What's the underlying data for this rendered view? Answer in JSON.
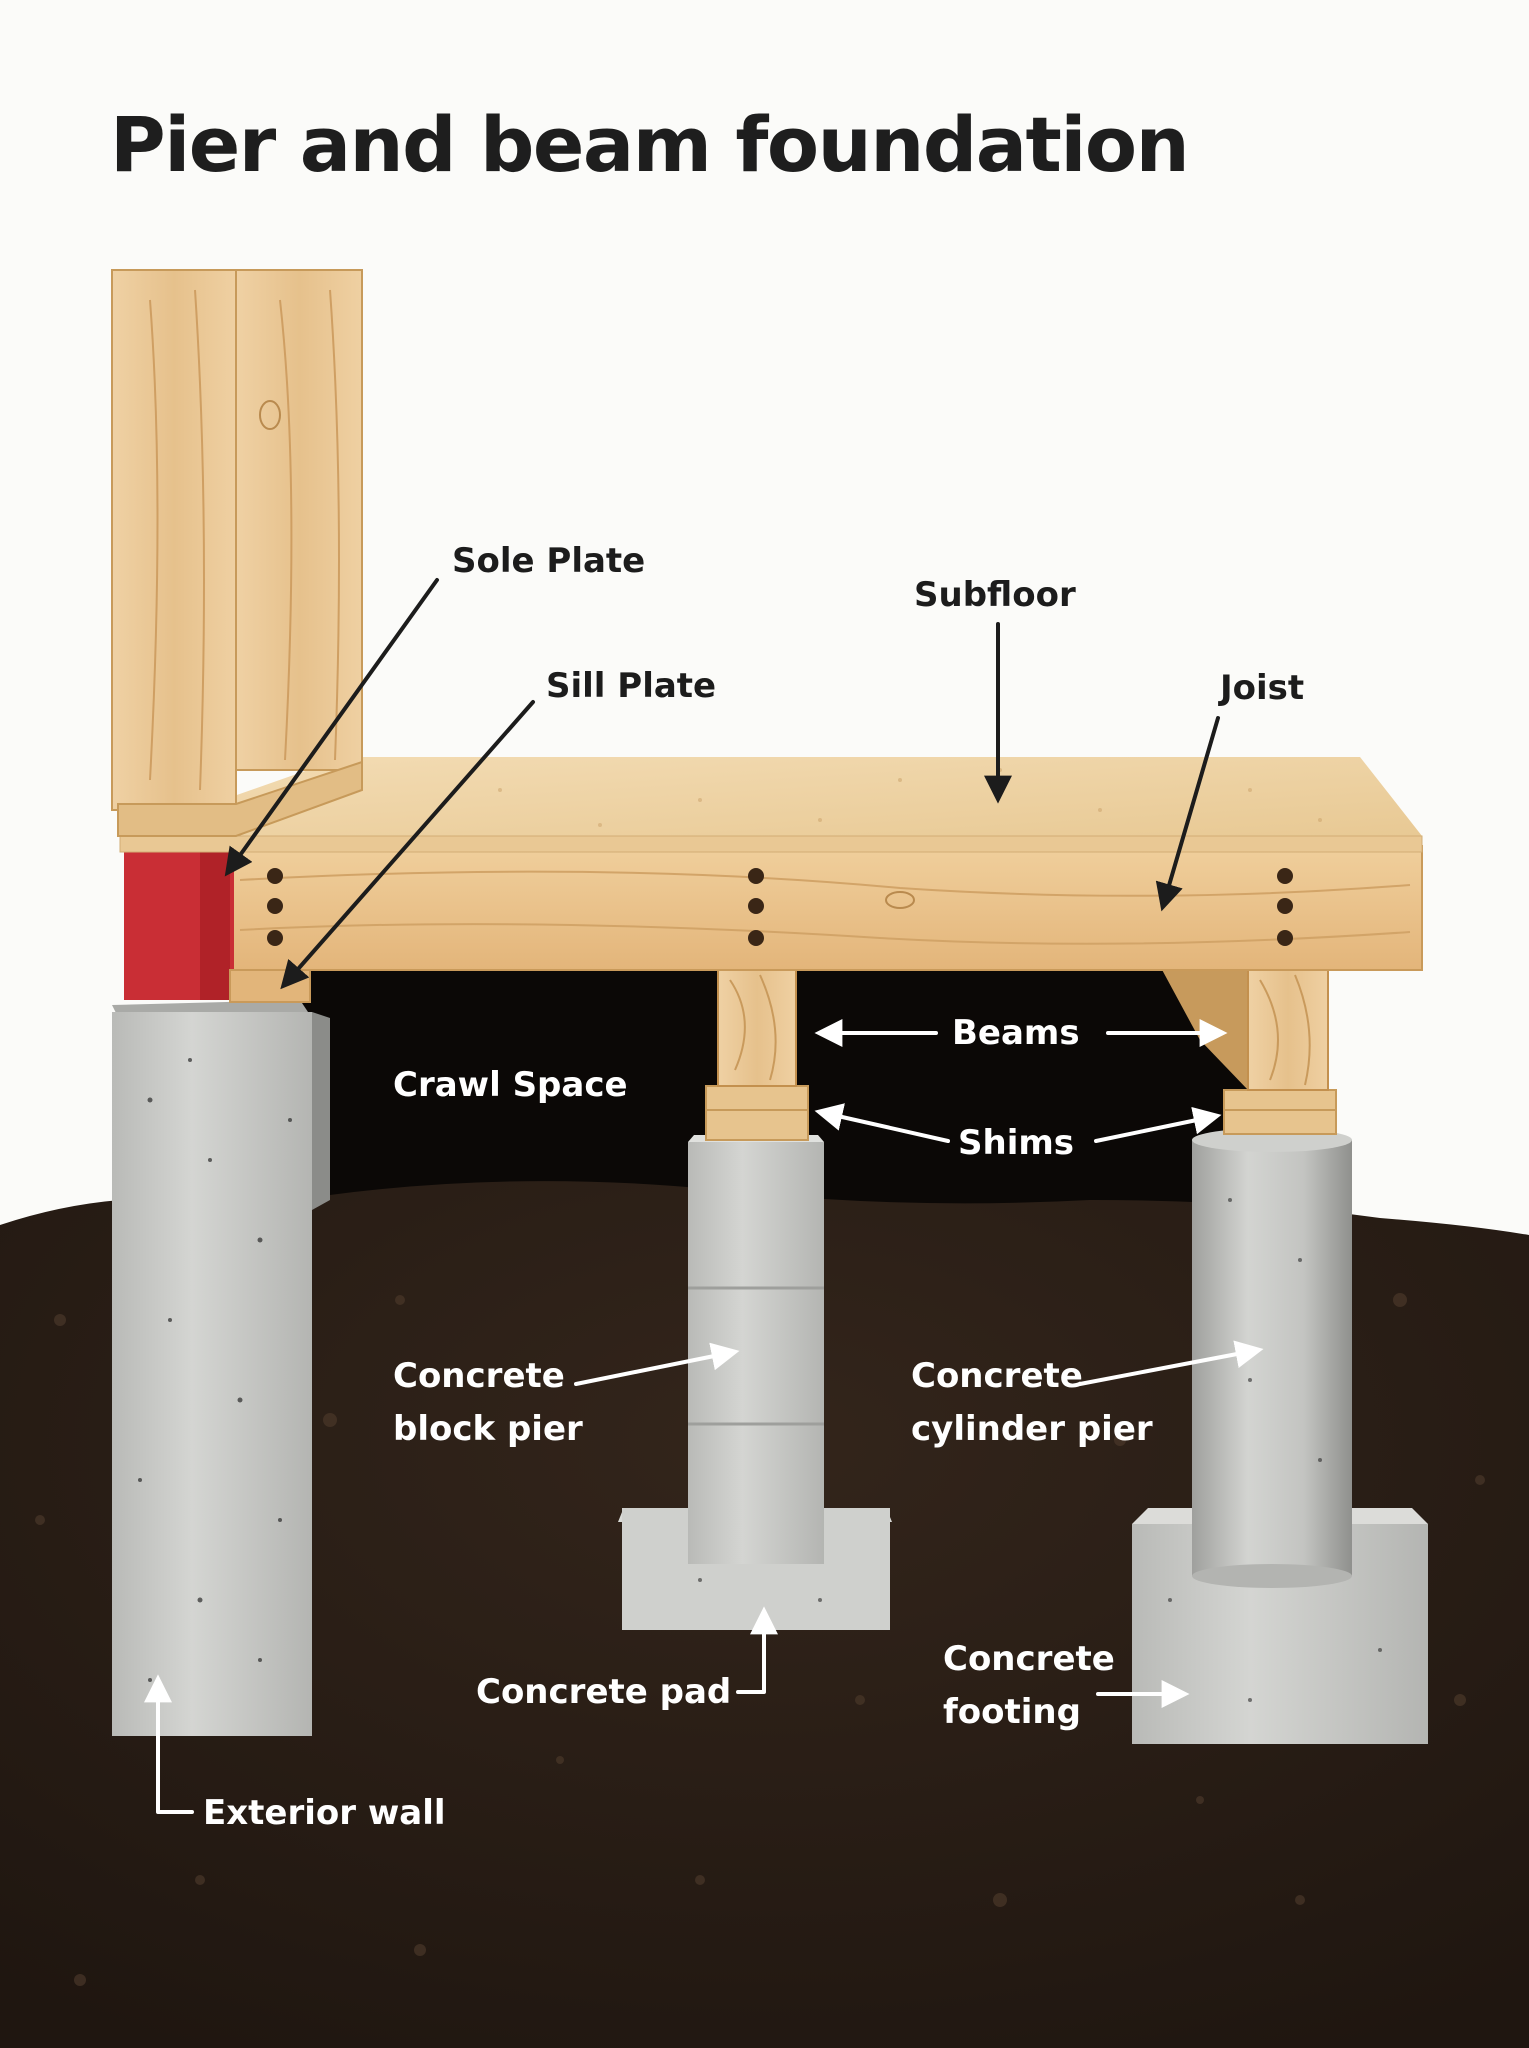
{
  "title": "Pier and beam foundation",
  "labels": {
    "sole_plate": "Sole Plate",
    "sill_plate": "Sill Plate",
    "subfloor": "Subfloor",
    "joist": "Joist",
    "beams": "Beams",
    "crawl_space": "Crawl Space",
    "shims": "Shims",
    "block_pier": [
      "Concrete",
      "block pier"
    ],
    "cylinder_pier": [
      "Concrete",
      "cylinder pier"
    ],
    "concrete_pad": "Concrete pad",
    "concrete_footing": [
      "Concrete",
      "footing"
    ],
    "exterior_wall": "Exterior wall"
  },
  "colors": {
    "background": "#fbfbf9",
    "wood": "#e9c796",
    "wood_dark": "#d9ab6c",
    "sill_red": "#c92e35",
    "concrete": "#c8c9c6",
    "crawl_space": "#0b0806",
    "soil": "#2a1e16",
    "label_dark": "#1c1c1c",
    "label_light": "#ffffff"
  }
}
